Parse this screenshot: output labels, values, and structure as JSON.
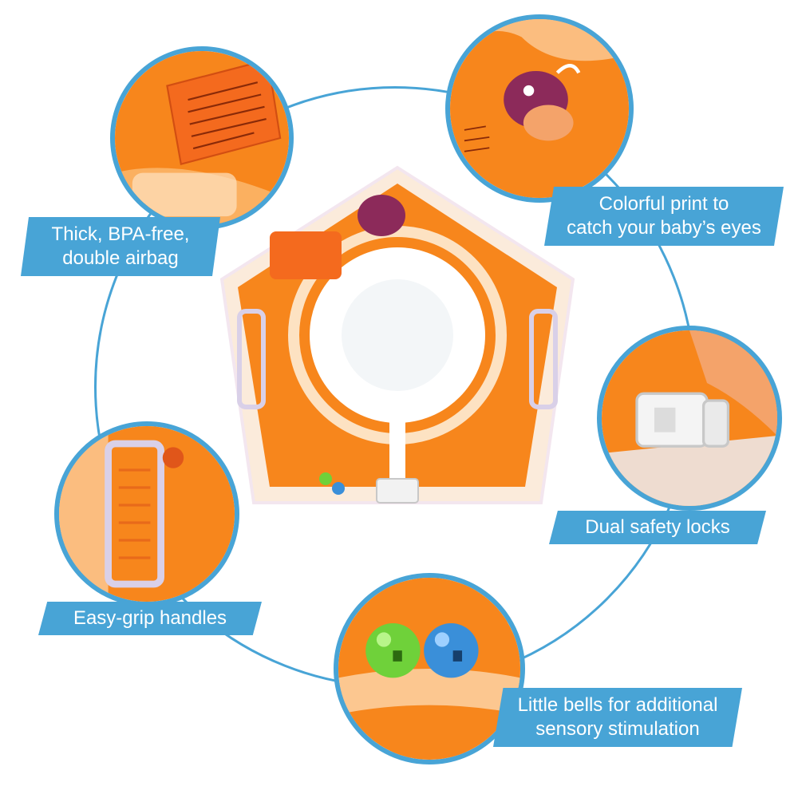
{
  "labels": {
    "thick": [
      "Thick, BPA-free,",
      "double airbag"
    ],
    "colorful": [
      "Colorful print to",
      "catch your baby’s eyes"
    ],
    "locks": [
      "Dual safety locks"
    ],
    "handles": [
      "Easy-grip handles"
    ],
    "bells": [
      "Little bells for additional",
      "sensory stimulation"
    ]
  },
  "colors": {
    "accent": "#48a4d6",
    "orange": "#f7861c",
    "orange_light": "#fbb060",
    "bell_green": "#6fd13a",
    "bell_blue": "#3a8fd9"
  },
  "icons": {
    "center": "baby-swim-neck-ring",
    "top_left": "warning-sticker-closeup",
    "top_right": "cartoon-bird-print-closeup",
    "right": "safety-buckle-closeup",
    "left": "grip-handle-closeup",
    "bottom": "bells-closeup"
  }
}
